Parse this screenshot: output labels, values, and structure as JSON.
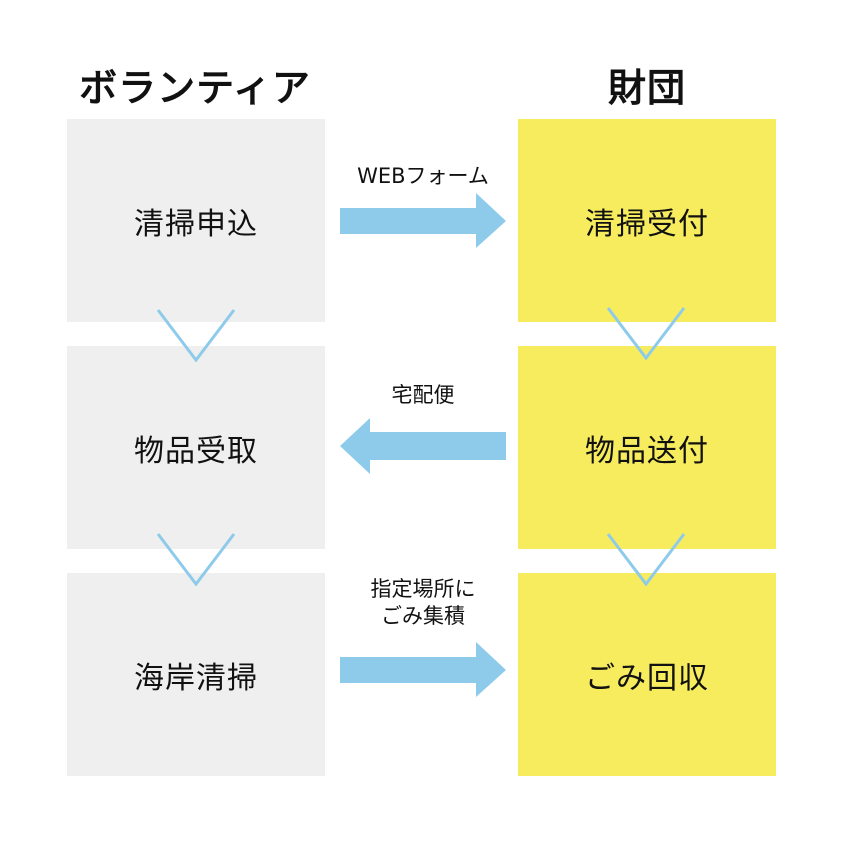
{
  "colors": {
    "left_box": "#efefef",
    "right_box": "#f7ec5e",
    "arrow": "#8ecbeb",
    "chevron": "#8ecbeb",
    "text": "#111111"
  },
  "headers": {
    "left": "ボランティア",
    "right": "財団"
  },
  "volunteer_steps": [
    "清掃申込",
    "物品受取",
    "海岸清掃"
  ],
  "foundation_steps": [
    "清掃受付",
    "物品送付",
    "ごみ回収"
  ],
  "flows": [
    {
      "label_lines": [
        "WEBフォーム"
      ],
      "direction": "right"
    },
    {
      "label_lines": [
        "宅配便"
      ],
      "direction": "left"
    },
    {
      "label_lines": [
        "指定場所に",
        "ごみ集積"
      ],
      "direction": "right"
    }
  ]
}
